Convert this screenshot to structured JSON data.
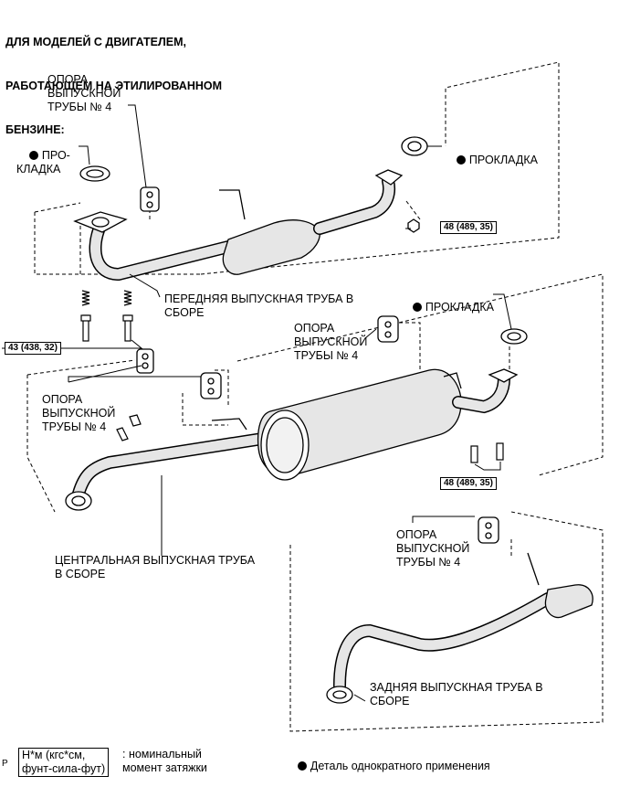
{
  "heading": [
    "ДЛЯ МОДЕЛЕЙ С ДВИГАТЕЛЕМ,",
    "РАБОТАЮЩЕМ НА ЭТИЛИРОВАННОМ",
    "БЕНЗИНЕ:"
  ],
  "labels": {
    "support_top": "ОПОРА\nВЫПУСКНОЙ\nТРУБЫ № 4",
    "gasket_left": "ПРО-\nКЛАДКА",
    "gasket_top_right": "ПРОКЛАДКА",
    "front_pipe": "ПЕРЕДНЯЯ ВЫПУСКНАЯ ТРУБА В\nСБОРЕ",
    "gasket_mid_right": "ПРОКЛАДКА",
    "support_mid_right": "ОПОРА\nВЫПУСКНОЙ\nТРУБЫ № 4",
    "support_mid_left": "ОПОРА\nВЫПУСКНОЙ\nТРУБЫ № 4",
    "center_pipe": "ЦЕНТРАЛЬНАЯ ВЫПУСКНАЯ ТРУБА\nВ СБОРЕ",
    "support_bottom": "ОПОРА\nВЫПУСКНОЙ\nТРУБЫ № 4",
    "tail_pipe": "ЗАДНЯЯ ВЫПУСКНАЯ ТРУБА В\nСБОРЕ"
  },
  "torques": {
    "t1": "48 (489, 35)",
    "t2": "43 (438, 32)",
    "t3": "48 (489, 35)"
  },
  "legend": {
    "box": "Н*м (кгс*см,\nфунт-сила-фут)",
    "torque_desc": ": номинальный\nмомент затяжки",
    "single_use": "Деталь однократного применения"
  },
  "corner_mark": "P",
  "colors": {
    "ink": "#000000",
    "paper": "#ffffff",
    "fill": "#e6e6e6"
  }
}
